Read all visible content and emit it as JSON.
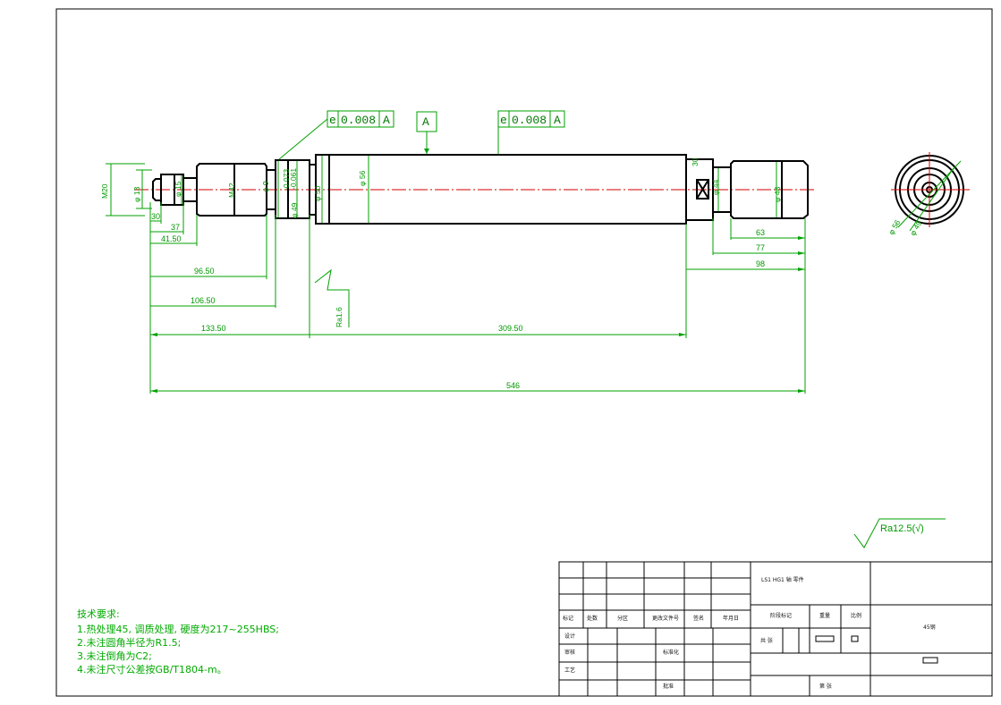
{
  "drawing": {
    "colors": {
      "outline": "#000000",
      "dimension": "#00a000",
      "centerline": "#d40000"
    },
    "dimensions": {
      "m20": "M20",
      "d13": "φ 13",
      "d15": "φ 15",
      "m42": "M42",
      "d9": "φ 9",
      "tol_upper": "-0.073",
      "tol_lower": "-0.061",
      "d49": "φ 49",
      "d50": "φ 50",
      "d56": "φ 56",
      "d44": "φ 44",
      "d48": "φ 48",
      "d30": "30",
      "len_30": "30",
      "len_37": "37",
      "len_41": "41.50",
      "len_96": "96.50",
      "len_106": "106.50",
      "len_133": "133.50",
      "len_309": "309.50",
      "len_546": "546",
      "len_63": "63",
      "len_77": "77",
      "len_98": "98",
      "ra16": "Ra1.6",
      "side_d56": "φ 56",
      "side_d49": "φ 49"
    },
    "tolerance_frames": [
      {
        "symbol": "e",
        "value": "0.008",
        "datum": "A"
      },
      {
        "symbol": "e",
        "value": "0.008",
        "datum": "A"
      }
    ],
    "datum_label": "A",
    "surface_default": "Ra12.5(√)",
    "notes": {
      "title": "技术要求:",
      "items": [
        "1.热处理45, 调质处理, 硬度为217~255HBS;",
        "2.未注圆角半径为R1.5;",
        "3.未注倒角为C2;",
        "4.未注尺寸公差按GB/T1804-m。"
      ]
    }
  },
  "title_block": {
    "header_cells": [
      "标记",
      "处数",
      "分区",
      "更改文件号",
      "签名",
      "年月日"
    ],
    "row_labels": [
      "设计",
      "审核",
      "工艺"
    ],
    "mid_labels": [
      "标准化",
      "批准"
    ],
    "stage_labels": [
      "阶段标记",
      "重量",
      "比例"
    ],
    "top_text": "LS1 HG1 轴 零件",
    "part_label": "共 张",
    "right_label": "45钢",
    "sheet_label": "第 张"
  }
}
